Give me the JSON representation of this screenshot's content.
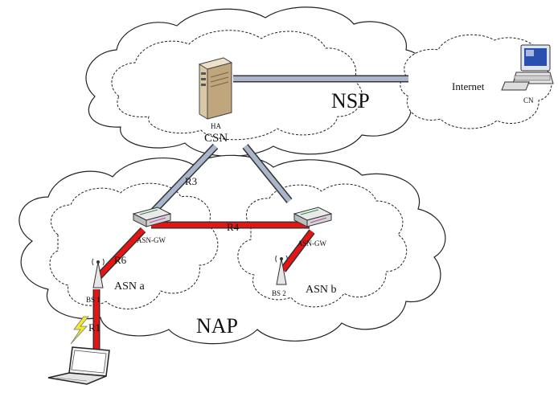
{
  "labels": {
    "ha": "HA",
    "csn": "CSN",
    "nsp": "NSP",
    "internet": "Internet",
    "cn": "CN",
    "r3": "R3",
    "r4": "R4",
    "r6": "R6",
    "r1": "R1",
    "asn_gw_left": "ASN-GW",
    "asn_gw_right": "ASN-GW",
    "bs1": "BS 1",
    "bs2": "BS 2",
    "asn_a": "ASN a",
    "asn_b": "ASN b",
    "nap": "NAP"
  },
  "colors": {
    "red_link": "#e81414",
    "blue_link": "#a9b6cc",
    "cloud_stroke": "#222222"
  },
  "icons": {
    "ha_server": "server-tower-icon",
    "cn_computer": "desktop-computer-icon",
    "gateway": "router-icon",
    "base_station": "antenna-tower-icon",
    "wireless": "lightning-bolt-icon",
    "mobile_station": "laptop-icon"
  }
}
